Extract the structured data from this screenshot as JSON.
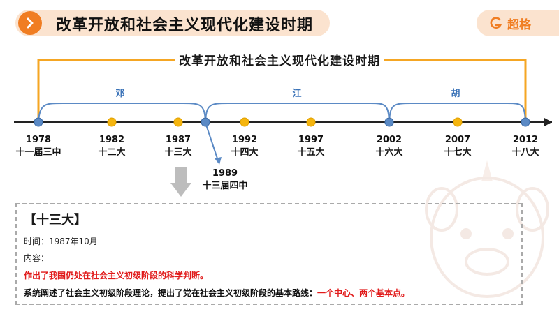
{
  "header": {
    "title": "改革开放和社会主义现代化建设时期",
    "brand": "超格",
    "accent_color": "#f07d22",
    "pill_color": "#fbe3cf"
  },
  "timeline": {
    "bracket_title": "改革开放和社会主义现代化建设时期",
    "leaders": [
      "邓",
      "江",
      "胡"
    ],
    "nodes": [
      {
        "year": "1978",
        "event": "十一届三中",
        "kind": "blue"
      },
      {
        "year": "1982",
        "event": "十二大",
        "kind": "yellow"
      },
      {
        "year": "1987",
        "event": "十三大",
        "kind": "yellow"
      },
      {
        "year": "1992",
        "event": "十四大",
        "kind": "yellow"
      },
      {
        "year": "1997",
        "event": "十五大",
        "kind": "yellow"
      },
      {
        "year": "2002",
        "event": "十六大",
        "kind": "blue"
      },
      {
        "year": "2007",
        "event": "十七大",
        "kind": "yellow"
      },
      {
        "year": "2012",
        "event": "十八大",
        "kind": "blue"
      }
    ],
    "extra_node": {
      "year": "1989",
      "event": "十三届四中"
    }
  },
  "detail": {
    "heading": "【十三大】",
    "time": "时间：1987年10月",
    "content_label": "内容：",
    "point1": "作出了我国仍处在社会主义初级阶段的科学判断。",
    "point2_prefix": "系统阐述了社会主义初级阶段理论，提出了党在社会主义初级阶段的基本路线：",
    "point2_highlight": "一个中心、两个基本点。"
  }
}
